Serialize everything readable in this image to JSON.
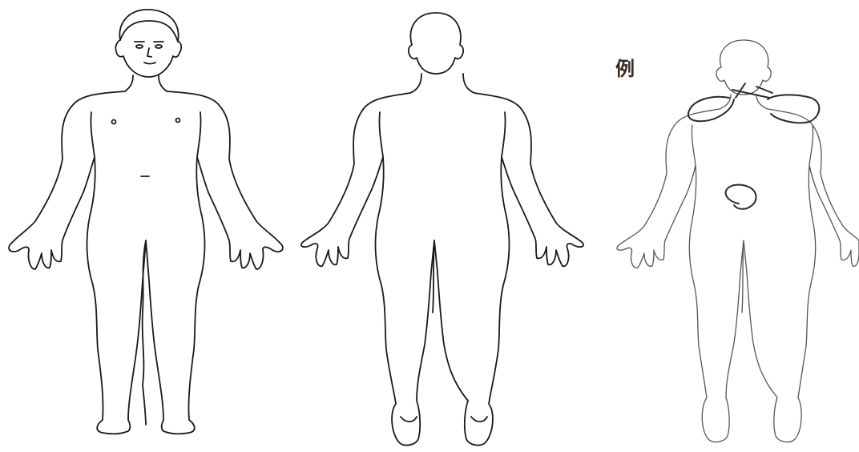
{
  "diagram": {
    "example_label": "例",
    "figures": [
      {
        "view": "front",
        "icon": "body-front-outline"
      },
      {
        "view": "back",
        "icon": "body-back-outline"
      },
      {
        "view": "back-example",
        "icon": "body-back-example-outline",
        "marks": [
          "neck-cross-mark",
          "left-shoulder-circle",
          "right-shoulder-circle",
          "lower-back-circle"
        ]
      }
    ],
    "colors": {
      "ink": "#1a1a1a",
      "example_ink": "#555555",
      "label": "#3a2a24"
    }
  }
}
